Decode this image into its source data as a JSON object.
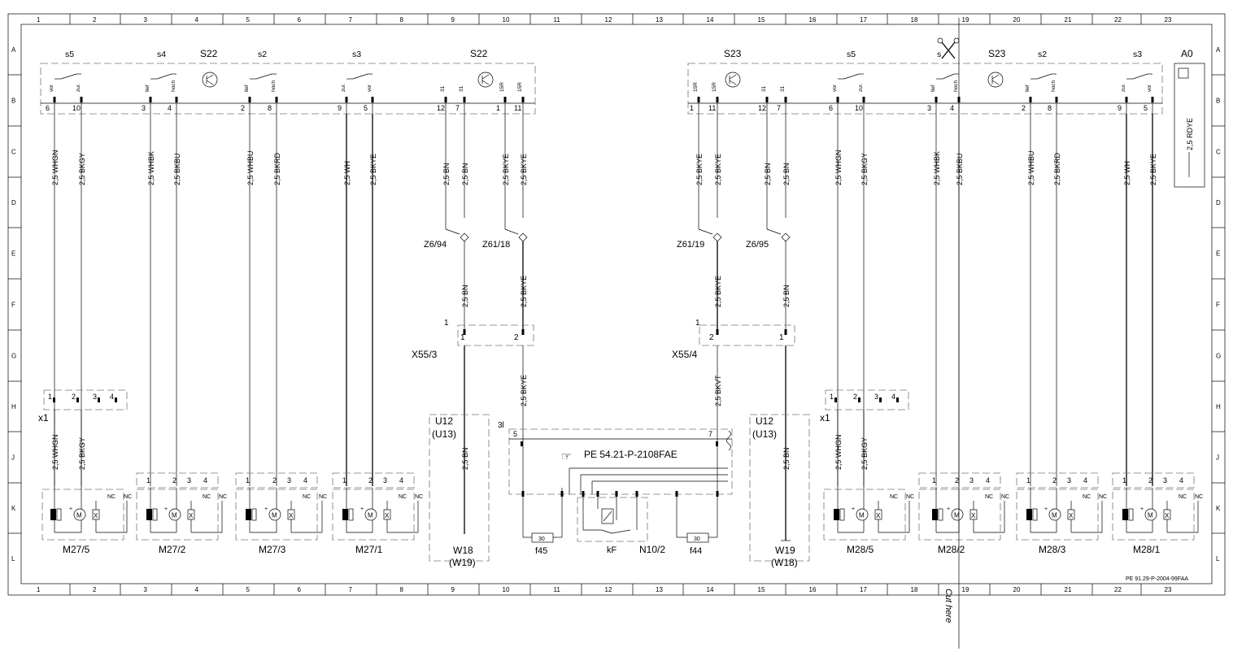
{
  "grid": {
    "columns": [
      "1",
      "2",
      "3",
      "4",
      "5",
      "6",
      "7",
      "8",
      "9",
      "10",
      "11",
      "12",
      "13",
      "14",
      "15",
      "16",
      "17",
      "18",
      "19",
      "20",
      "21",
      "22",
      "23"
    ],
    "rows": [
      "A",
      "B",
      "C",
      "D",
      "E",
      "F",
      "G",
      "H",
      "J",
      "K",
      "L"
    ]
  },
  "labels": {
    "top_left": [
      {
        "t": "s5",
        "cls": "sub"
      },
      {
        "t": "s4",
        "cls": "sub"
      },
      {
        "t": "S22",
        "cls": "main"
      },
      {
        "t": "s2",
        "cls": "sub"
      },
      {
        "t": "s3",
        "cls": "sub"
      },
      {
        "t": "S22",
        "cls": "main"
      }
    ],
    "top_right": [
      {
        "t": "S23",
        "cls": "main"
      },
      {
        "t": "s5",
        "cls": "sub"
      },
      {
        "t": "s",
        "cls": "sub"
      },
      {
        "t": "S23",
        "cls": "main"
      },
      {
        "t": "s2",
        "cls": "sub"
      },
      {
        "t": "s3",
        "cls": "sub"
      },
      {
        "t": "A0",
        "cls": "main"
      }
    ]
  },
  "switch_contacts_left": [
    "vor",
    "zur.",
    "tief",
    "hoch",
    "tief",
    "hoch",
    "zur.",
    "vor",
    "31",
    "31",
    "15R",
    "15R"
  ],
  "switch_contacts_right": [
    "15R",
    "15R",
    "31",
    "31",
    "vor",
    "zur.",
    "tief",
    "hoch",
    "tief",
    "hoch",
    "zur.",
    "vor"
  ],
  "pins_left": [
    "6",
    "10",
    "3",
    "4",
    "2",
    "8",
    "9",
    "5",
    "12",
    "7",
    "1",
    "11"
  ],
  "pins_right": [
    "1",
    "11",
    "12",
    "7",
    "6",
    "10",
    "3",
    "4",
    "2",
    "8",
    "9",
    "5"
  ],
  "wires_top_left": [
    "2,5 WHGN",
    "2,5 BKGY",
    "2,5 WHBK",
    "2,5 BKBU",
    "2,5 WHBU",
    "2,5 BKRD",
    "2,5 WH",
    "2,5 BKYE",
    "2,5 BN",
    "2,5 BN",
    "2,5 BKYE",
    "2,5 BKYE"
  ],
  "wires_top_right": [
    "2,5 BKYE",
    "2,5 BKYE",
    "2,5 BN",
    "2,5 BN",
    "2,5 WHGN",
    "2,5 BKGY",
    "2,5 WHBK",
    "2,5 BKBU",
    "2,5 WHBU",
    "2,5 BKRD",
    "2,5 WH",
    "2,5 BKYE"
  ],
  "a0_wire": "2,5 RDYE",
  "splices": [
    "Z6/94",
    "Z61/18",
    "Z61/19",
    "Z6/95"
  ],
  "mid_wires": [
    "2,5 BN",
    "2,5 BKYE",
    "2,5 BKYE",
    "2,5 BN"
  ],
  "connectors": {
    "x55_3": {
      "name": "X55/3",
      "top": "1",
      "p1": "1",
      "p2": "2"
    },
    "x55_4": {
      "name": "X55/4",
      "top": "1",
      "p1": "2",
      "p2": "1"
    }
  },
  "lower_wires": [
    "2,5 BKYE",
    "2,5 BKVT",
    "2,5 BN",
    "2,5 BN",
    "2,5 WHGN",
    "2,5 BKGY",
    "2,5 WHGN",
    "2,5 BKGY"
  ],
  "x1": {
    "name": "x1",
    "pins": [
      "1",
      "2",
      "3",
      "4"
    ]
  },
  "units": {
    "u12_left": {
      "a": "U12",
      "b": "(U13)"
    },
    "u12_right": {
      "a": "U12",
      "b": "(U13)"
    },
    "w18": {
      "a": "W18",
      "b": "(W19)"
    },
    "w19": {
      "a": "W19",
      "b": "(W18)"
    }
  },
  "control": {
    "reference": "PE 54.21-P-2108FAE",
    "pin_31": "3l",
    "pin_5": "5",
    "pin_7": "7",
    "f45": "f45",
    "f44": "f44",
    "fuse_value": "30",
    "kf": "kF",
    "module": "N10/2"
  },
  "motor_pins": [
    "1",
    "2",
    "3",
    "4"
  ],
  "motor_nc": "NC",
  "motor_m": "M",
  "motor_x": "X",
  "motors_left": [
    "M27/5",
    "M27/2",
    "M27/3",
    "M27/1"
  ],
  "motors_right": [
    "M28/5",
    "M28/2",
    "M28/3",
    "M28/1"
  ],
  "doc_ref": "PE 91.29-P-2004-99FAA",
  "cut_here": "Cut here"
}
